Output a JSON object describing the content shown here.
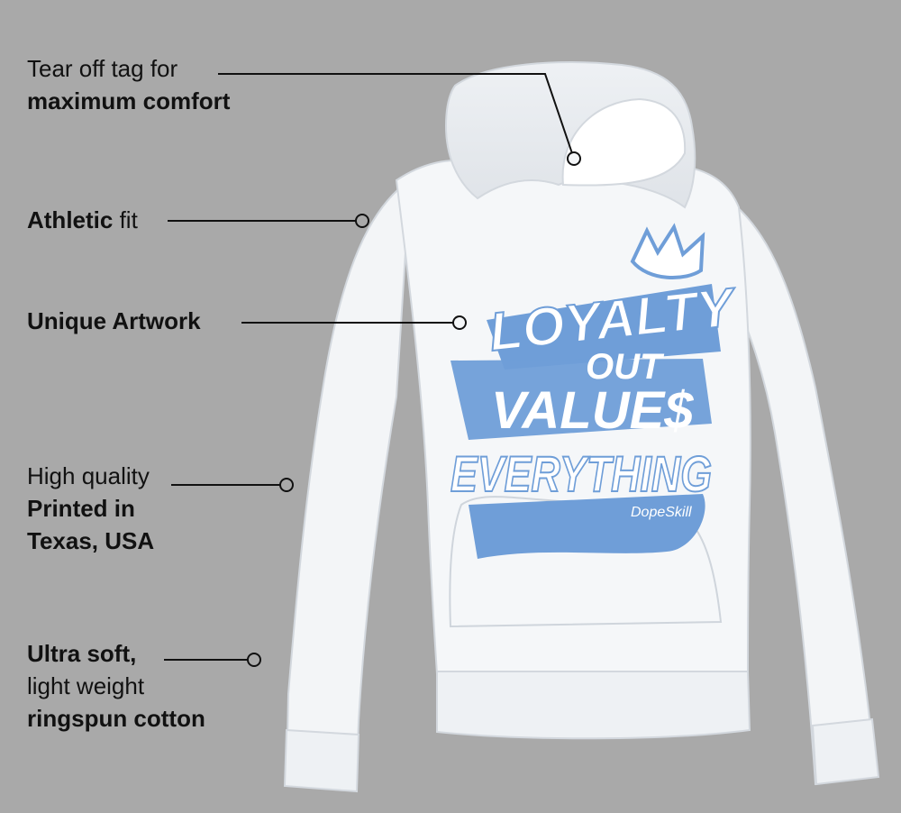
{
  "callouts": {
    "tag": {
      "line1": "Tear off tag for",
      "line2": "maximum comfort"
    },
    "fit": {
      "bold": "Athletic",
      "normal": " fit"
    },
    "artwork": {
      "line1": "Unique Artwork"
    },
    "quality": {
      "line1": "High quality",
      "line2": "Printed in",
      "line3": "Texas, USA"
    },
    "soft": {
      "line1": "Ultra soft,",
      "line2": "light weight",
      "line3": "ringspun cotton"
    }
  },
  "artwork": {
    "word1": "LOYALTY",
    "word2": "OUT",
    "word3": "VALUE$",
    "word4": "EVERYTHING",
    "signature": "DopeSkill"
  },
  "colors": {
    "background": "#a9a9a9",
    "hoodie": "#f4f6f8",
    "print_blue": "#6f9ed8",
    "text": "#111111"
  },
  "icons": [
    "crown-icon"
  ]
}
